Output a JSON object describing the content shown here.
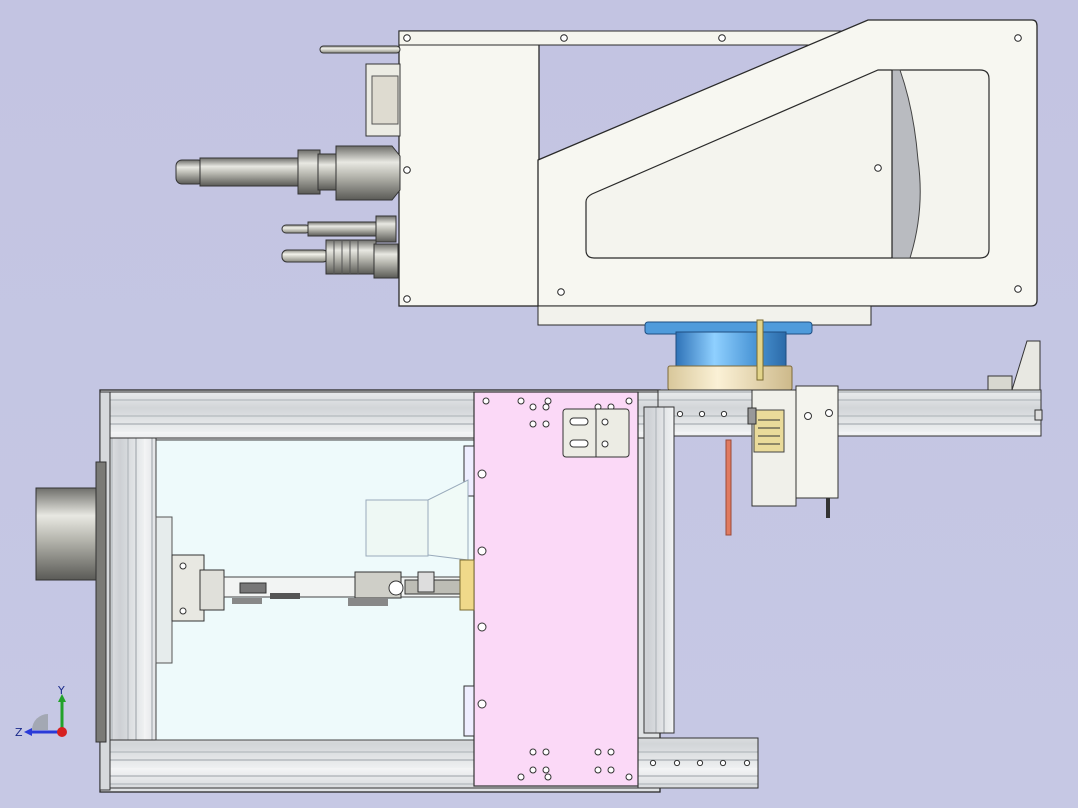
{
  "viewport": {
    "background": "#c4c5e3",
    "model": "cad-assembly-side-view"
  },
  "colors": {
    "sheet_metal": "#f7f7f1",
    "outline": "#2a2a2a",
    "aluminum_profile": "#e6e8ea",
    "aluminum_shade": "#c9ccd0",
    "pink_plate": "#fbd9f7",
    "inner_window": "#eefafb",
    "blue_bearing": "#5ea8e0",
    "brass_ring": "#f1e4c2",
    "copper_rod": "#e07a60",
    "steel": "#d9d9d2"
  },
  "triad": {
    "y_label": "Y",
    "z_label": "Z",
    "y_axis_color": "#22a22a",
    "z_axis_color": "#2a3ad8",
    "x_axis_color": "#d62020"
  }
}
